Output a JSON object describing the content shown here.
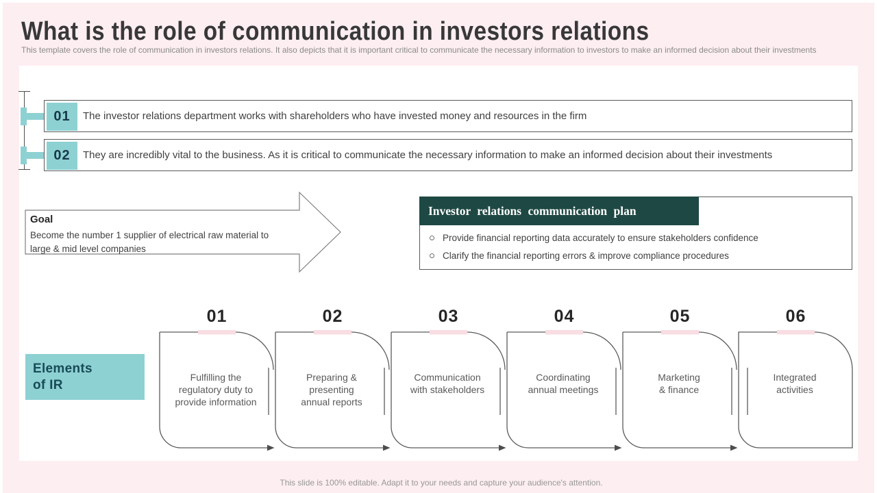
{
  "slide": {
    "title": "What is the role of communication in investors relations",
    "subtitle": "This template covers the role of communication in investors relations. It also depicts that it is important critical to communicate the necessary information to investors to make an informed decision about their investments",
    "footer": "This slide is 100% editable. Adapt it to your needs and capture your audience's attention."
  },
  "intro_points": [
    {
      "number": "01",
      "text": "The investor relations department works with shareholders who have invested money and resources in the firm"
    },
    {
      "number": "02",
      "text": "They are incredibly vital to the business. As it is critical to communicate the necessary information to make an informed decision about their investments"
    }
  ],
  "goal": {
    "heading": "Goal",
    "description": "Become the number 1 supplier of electrical raw material to\nlarge & mid level companies"
  },
  "plan": {
    "heading": "Investor relations communication plan",
    "bullets": [
      "Provide financial reporting data accurately to ensure stakeholders confidence",
      "Clarify the financial reporting errors & improve compliance procedures"
    ]
  },
  "elements_of_ir": {
    "label": "Elements\nof IR"
  },
  "process": {
    "items": [
      {
        "number": "01",
        "label": "Fulfilling the\nregulatory duty to\nprovide information"
      },
      {
        "number": "02",
        "label": "Preparing &\npresenting\nannual reports"
      },
      {
        "number": "03",
        "label": "Communication\nwith stakeholders"
      },
      {
        "number": "04",
        "label": "Coordinating\nannual meetings"
      },
      {
        "number": "05",
        "label": "Marketing\n& finance"
      },
      {
        "number": "06",
        "label": "Integrated\nactivities"
      }
    ]
  },
  "colors": {
    "background_pink": "#fdeef1",
    "notch_pink": "#f8dde3",
    "accent_teal": "#8ed1d3",
    "teal_number_text": "#17394a",
    "plan_header_green": "#1e4843",
    "outline_gray": "#595959",
    "title_gray": "#383838",
    "body_text": "#404040"
  }
}
